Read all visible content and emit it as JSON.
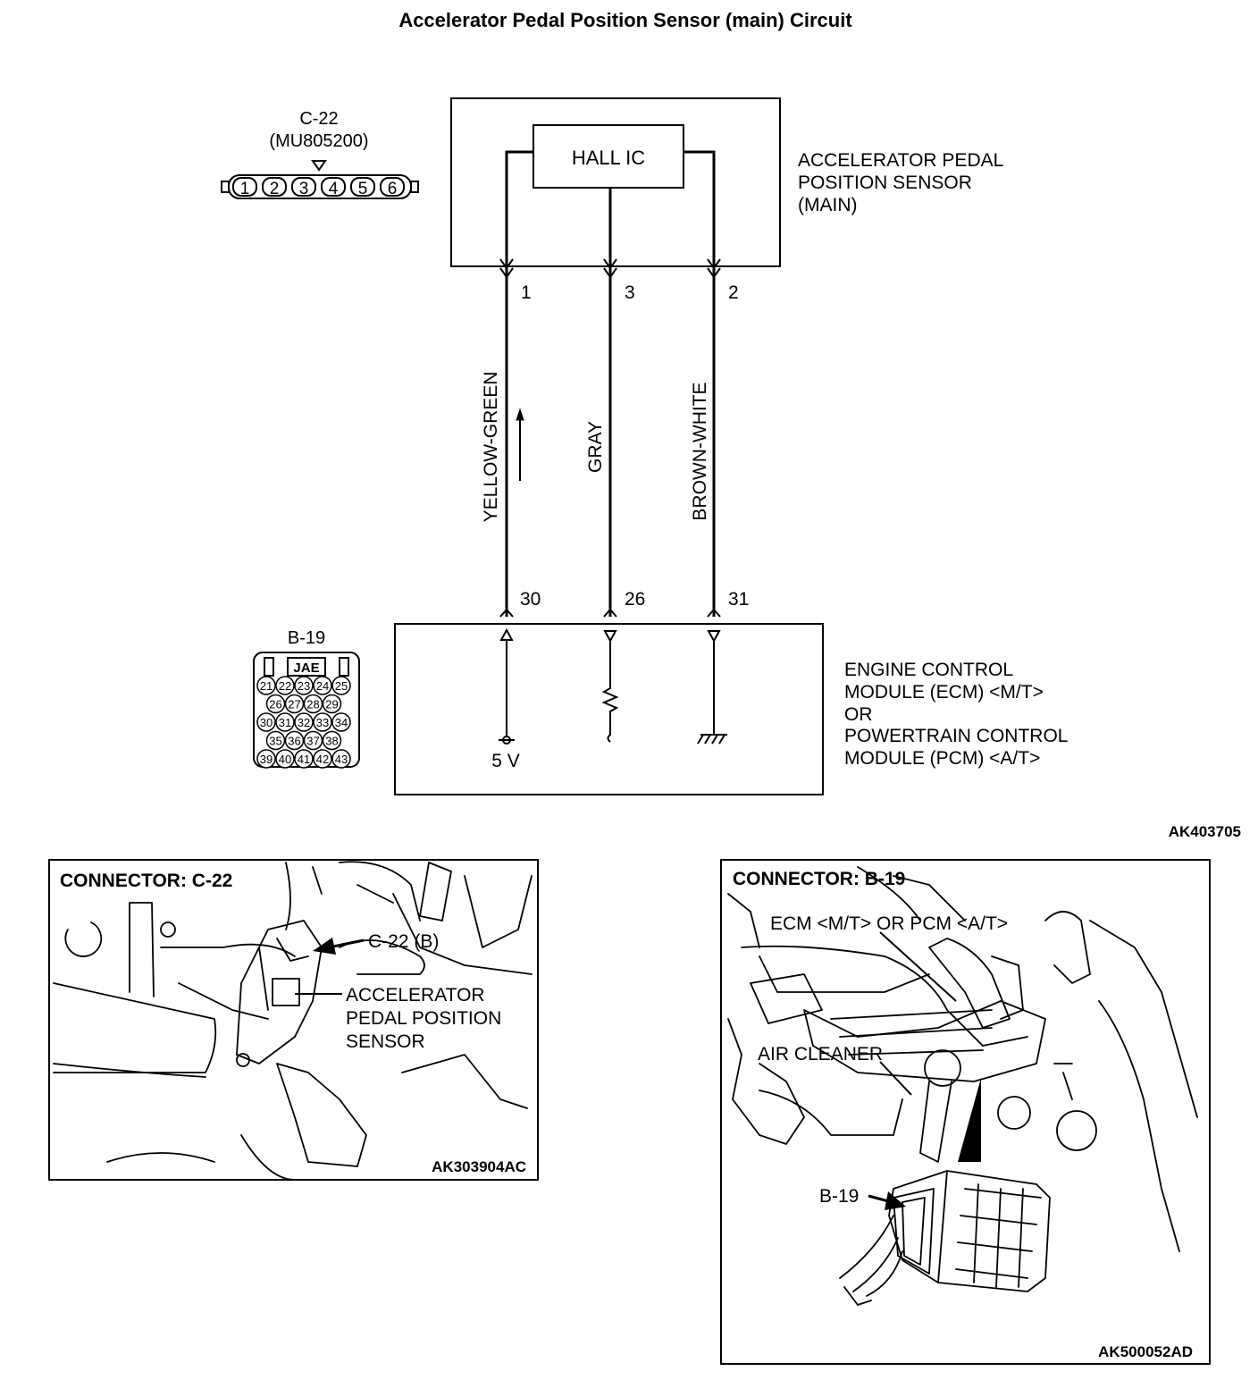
{
  "title": "Accelerator Pedal Position Sensor (main) Circuit",
  "sensor_connector": {
    "id": "C-22",
    "part_number": "(MU805200)",
    "pins": [
      "1",
      "2",
      "3",
      "4",
      "5",
      "6"
    ]
  },
  "sensor_box": {
    "ic_label": "HALL IC",
    "name_lines": [
      "ACCELERATOR PEDAL",
      "POSITION SENSOR",
      "(MAIN)"
    ]
  },
  "wires": [
    {
      "sensor_pin": "1",
      "color": "YELLOW-GREEN",
      "ecm_pin": "30"
    },
    {
      "sensor_pin": "3",
      "color": "GRAY",
      "ecm_pin": "26"
    },
    {
      "sensor_pin": "2",
      "color": "BROWN-WHITE",
      "ecm_pin": "31"
    }
  ],
  "ecm_connector": {
    "id": "B-19",
    "brand": "JAE",
    "pin_rows": [
      [
        "21",
        "22",
        "23",
        "24",
        "25"
      ],
      [
        "26",
        "27",
        "28",
        "29"
      ],
      [
        "30",
        "31",
        "32",
        "33",
        "34"
      ],
      [
        "35",
        "36",
        "37",
        "38"
      ],
      [
        "39",
        "40",
        "41",
        "42",
        "43"
      ]
    ]
  },
  "ecm_box": {
    "supply_label": "5 V",
    "name_lines": [
      "ENGINE CONTROL",
      "MODULE (ECM) <M/T>",
      "OR",
      "POWERTRAIN CONTROL",
      "MODULE (PCM) <A/T>"
    ]
  },
  "figure_id_top": "AK403705",
  "panel_left": {
    "heading": "CONNECTOR: C-22",
    "callout": "C-22 (B)",
    "label_lines": [
      "ACCELERATOR",
      "PEDAL POSITION",
      "SENSOR"
    ],
    "figure_id": "AK303904AC"
  },
  "panel_right": {
    "heading": "CONNECTOR: B-19",
    "ecm_label": "ECM <M/T> OR PCM <A/T>",
    "air_cleaner": "AIR CLEANER",
    "callout": "B-19",
    "figure_id": "AK500052AD"
  }
}
